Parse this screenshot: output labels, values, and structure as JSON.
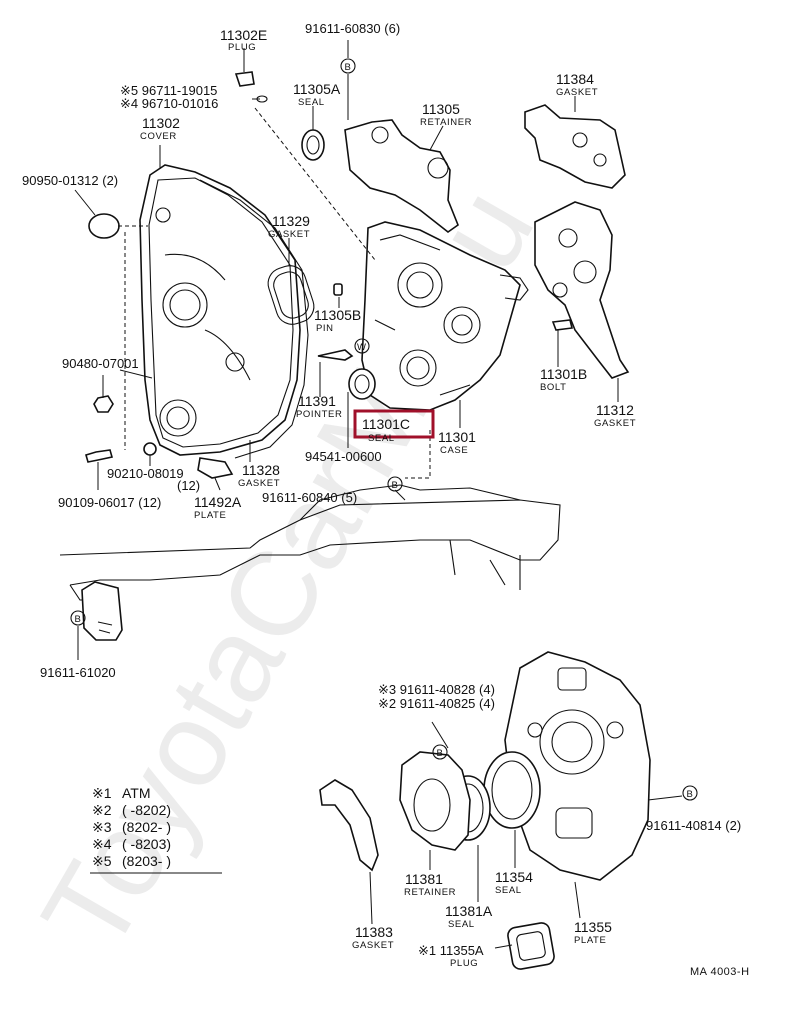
{
  "diagram": {
    "watermark": "ToyotaCarMe.ru",
    "footer_code": "MA  4003-H",
    "highlight_color": "#a0102a",
    "parts": [
      {
        "id": "p11302E",
        "number": "11302E",
        "name": "PLUG"
      },
      {
        "id": "p9161160830",
        "number": "91611-60830 (6)",
        "name": ""
      },
      {
        "id": "p11305A",
        "number": "11305A",
        "name": "SEAL"
      },
      {
        "id": "p11305",
        "number": "11305",
        "name": "RETAINER"
      },
      {
        "id": "p11384",
        "number": "11384",
        "name": "GASKET"
      },
      {
        "id": "p9671119015",
        "number": "※5 96711-19015",
        "name": ""
      },
      {
        "id": "p9671001016",
        "number": "※4 96710-01016",
        "name": ""
      },
      {
        "id": "p11302",
        "number": "11302",
        "name": "COVER"
      },
      {
        "id": "p9095001312",
        "number": "90950-01312 (2)",
        "name": ""
      },
      {
        "id": "p11329",
        "number": "11329",
        "name": "GASKET"
      },
      {
        "id": "p11305B",
        "number": "11305B",
        "name": "PIN"
      },
      {
        "id": "p9048007001",
        "number": "90480-07001",
        "name": ""
      },
      {
        "id": "p11391",
        "number": "11391",
        "name": "POINTER"
      },
      {
        "id": "p11301C",
        "number": "11301C",
        "name": "SEAL"
      },
      {
        "id": "p9454100600",
        "number": "94541-00600",
        "name": ""
      },
      {
        "id": "p11301",
        "number": "11301",
        "name": "CASE"
      },
      {
        "id": "p11301B",
        "number": "11301B",
        "name": "BOLT"
      },
      {
        "id": "p11312",
        "number": "11312",
        "name": "GASKET"
      },
      {
        "id": "p9021008019",
        "number": "90210-08019",
        "name": ""
      },
      {
        "id": "p9021008019q",
        "number": "(12)",
        "name": ""
      },
      {
        "id": "p11328",
        "number": "11328",
        "name": "GASKET"
      },
      {
        "id": "p9161160840",
        "number": "91611-60840 (5)",
        "name": ""
      },
      {
        "id": "p9010906017",
        "number": "90109-06017 (12)",
        "name": ""
      },
      {
        "id": "p11492A",
        "number": "11492A",
        "name": "PLATE"
      },
      {
        "id": "p9161161020",
        "number": "91611-61020",
        "name": ""
      },
      {
        "id": "p9161140828",
        "number": "※3 91611-40828 (4)",
        "name": ""
      },
      {
        "id": "p9161140825",
        "number": "※2 91611-40825 (4)",
        "name": ""
      },
      {
        "id": "p9161140814",
        "number": "91611-40814 (2)",
        "name": ""
      },
      {
        "id": "p11381",
        "number": "11381",
        "name": "RETAINER"
      },
      {
        "id": "p11354",
        "number": "11354",
        "name": "SEAL"
      },
      {
        "id": "p11381A",
        "number": "11381A",
        "name": "SEAL"
      },
      {
        "id": "p11355",
        "number": "11355",
        "name": "PLATE"
      },
      {
        "id": "p11383",
        "number": "11383",
        "name": "GASKET"
      },
      {
        "id": "p11355A",
        "number": "※1 11355A",
        "name": "PLUG"
      }
    ],
    "legend": [
      {
        "mark": "※1",
        "text": "ATM"
      },
      {
        "mark": "※2",
        "text": "(        -8202)"
      },
      {
        "mark": "※3",
        "text": "(8202-        )"
      },
      {
        "mark": "※4",
        "text": "(        -8203)"
      },
      {
        "mark": "※5",
        "text": "(8203-        )"
      }
    ],
    "bolt_badge": "B",
    "washer_badge": "W"
  }
}
